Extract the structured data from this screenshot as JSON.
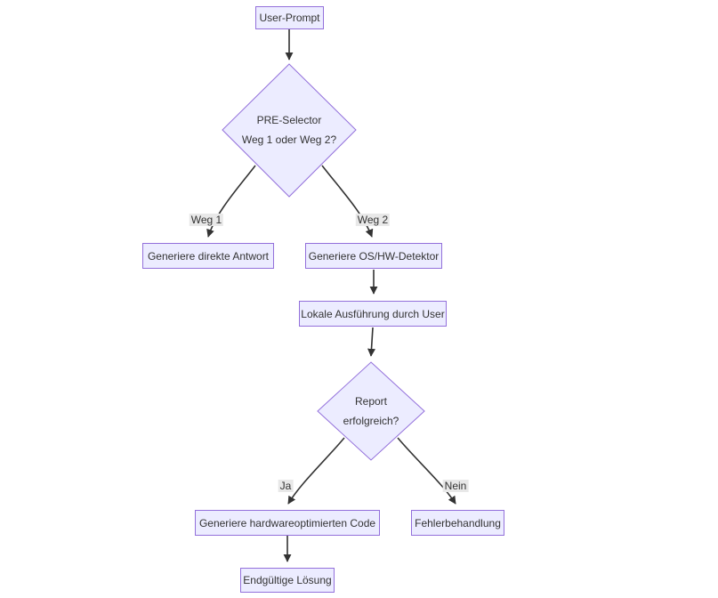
{
  "diagram": {
    "type": "flowchart",
    "direction": "top-down",
    "nodes": {
      "user_prompt": {
        "shape": "rect",
        "label": "User-Prompt"
      },
      "pre_selector": {
        "shape": "diamond",
        "label_line1": "PRE-Selector",
        "label_line2": "Weg 1 oder Weg 2?"
      },
      "generiere_direkte_antwort": {
        "shape": "rect",
        "label": "Generiere direkte Antwort"
      },
      "generiere_os_hw_detektor": {
        "shape": "rect",
        "label": "Generiere OS/HW-Detektor"
      },
      "lokale_ausfuehrung": {
        "shape": "rect",
        "label": "Lokale Ausführung durch User"
      },
      "report_erfolgreich": {
        "shape": "diamond",
        "label_line1": "Report",
        "label_line2": "erfolgreich?"
      },
      "generiere_hardware_code": {
        "shape": "rect",
        "label": "Generiere hardwareoptimierten Code"
      },
      "fehlerbehandlung": {
        "shape": "rect",
        "label": "Fehlerbehandlung"
      },
      "endgueltige_loesung": {
        "shape": "rect",
        "label": "Endgültige Lösung"
      }
    },
    "edges": [
      {
        "from": "user_prompt",
        "to": "pre_selector",
        "label": ""
      },
      {
        "from": "pre_selector",
        "to": "generiere_direkte_antwort",
        "label": "Weg 1"
      },
      {
        "from": "pre_selector",
        "to": "generiere_os_hw_detektor",
        "label": "Weg 2"
      },
      {
        "from": "generiere_os_hw_detektor",
        "to": "lokale_ausfuehrung",
        "label": ""
      },
      {
        "from": "lokale_ausfuehrung",
        "to": "report_erfolgreich",
        "label": ""
      },
      {
        "from": "report_erfolgreich",
        "to": "generiere_hardware_code",
        "label": "Ja"
      },
      {
        "from": "report_erfolgreich",
        "to": "fehlerbehandlung",
        "label": "Nein"
      },
      {
        "from": "generiere_hardware_code",
        "to": "endgueltige_loesung",
        "label": ""
      }
    ],
    "colors": {
      "node_fill": "#ECECFF",
      "node_border": "#9370DB",
      "edge_stroke": "#333333",
      "edge_label_bg": "#e8e8e8",
      "text": "#333333",
      "background": "#ffffff"
    }
  }
}
